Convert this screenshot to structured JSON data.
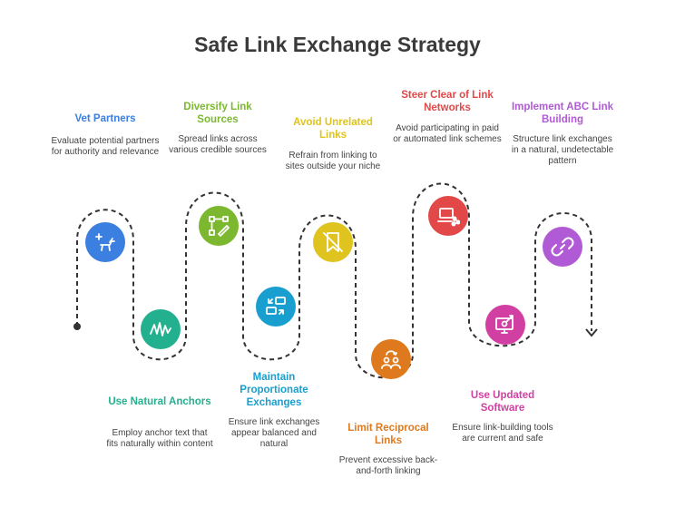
{
  "title": "Safe Link Exchange Strategy",
  "steps": [
    {
      "id": "vet-partners",
      "title": "Vet Partners",
      "description": "Evaluate potential partners for authority and relevance",
      "color": "#3b7fe0",
      "icon": "dog-sparkle-icon"
    },
    {
      "id": "natural-anchors",
      "title": "Use Natural Anchors",
      "description": "Employ anchor text that fits naturally within content",
      "color": "#23b08f",
      "icon": "waveform-icon"
    },
    {
      "id": "diversify-sources",
      "title": "Diversify Link Sources",
      "description": "Spread links across various credible sources",
      "color": "#7cb82f",
      "icon": "vector-pen-icon"
    },
    {
      "id": "proportionate-exchanges",
      "title": "Maintain Proportionate Exchanges",
      "description": "Ensure link exchanges appear balanced and natural",
      "color": "#199fcf",
      "icon": "computer-exchange-icon"
    },
    {
      "id": "avoid-unrelated",
      "title": "Avoid Unrelated Links",
      "description": "Refrain from linking to sites outside your niche",
      "color": "#dfc31e",
      "icon": "no-bookmark-icon"
    },
    {
      "id": "limit-reciprocal",
      "title": "Limit Reciprocal Links",
      "description": "Prevent excessive back-and-forth linking",
      "color": "#de7a1d",
      "icon": "reciprocal-users-icon"
    },
    {
      "id": "steer-clear",
      "title": "Steer Clear of Link Networks",
      "description": "Avoid participating in paid or automated link schemes",
      "color": "#e24848",
      "icon": "laptop-network-icon"
    },
    {
      "id": "updated-software",
      "title": "Use Updated Software",
      "description": "Ensure link-building tools are current and safe",
      "color": "#d13fa3",
      "icon": "monitor-settings-icon"
    },
    {
      "id": "abc-link-building",
      "title": "Implement ABC Link Building",
      "description": "Structure link exchanges in a natural, undetectable pattern",
      "color": "#b15ad6",
      "icon": "chain-link-icon"
    }
  ]
}
